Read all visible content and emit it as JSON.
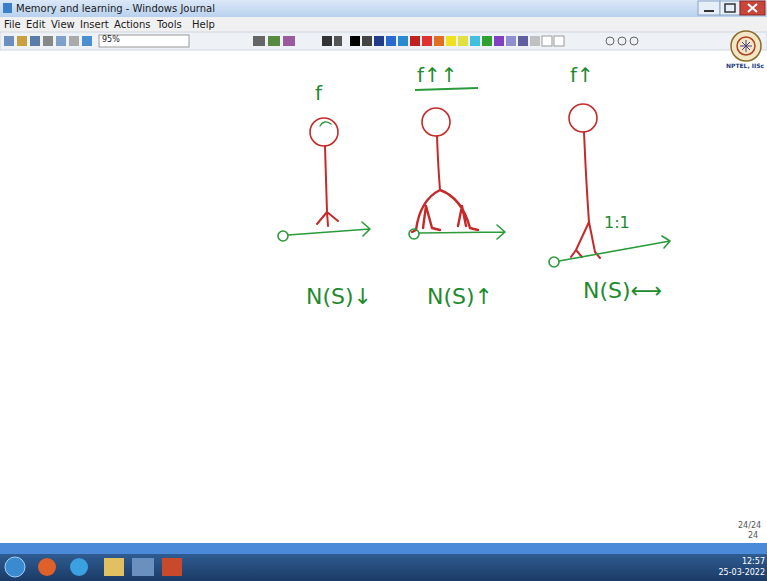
{
  "diagram": {
    "labels": [
      "Memory and learning - Windows Journal",
      "File",
      "Edit",
      "View",
      "Insert",
      "Actions",
      "Tools",
      "Help",
      "95%",
      "NPTEL, IISc",
      "f",
      "f↑↑",
      "f↑",
      "1:1",
      "N(S)↓",
      "N(S)↑",
      "N(S)⟷",
      "24/24",
      "24",
      "12:57",
      "25-03-2022"
    ]
  }
}
